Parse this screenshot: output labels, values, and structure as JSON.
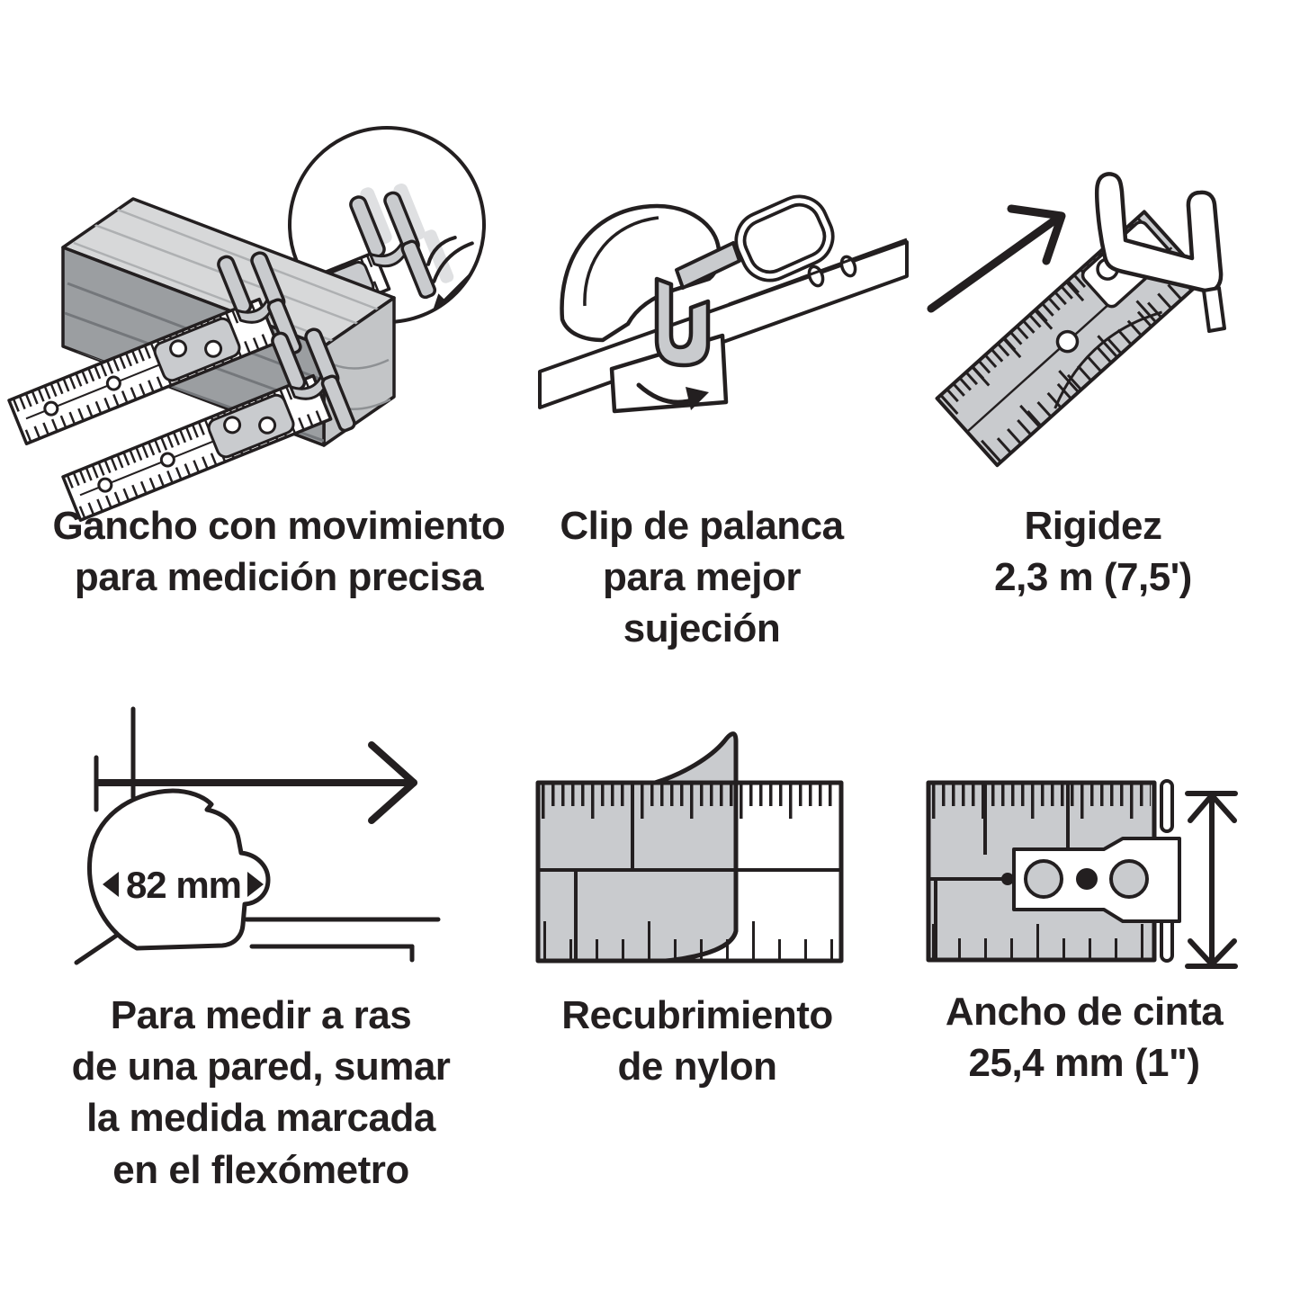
{
  "palette": {
    "ink": "#231f20",
    "tape_gray": "#c9cbce",
    "shadow_gray": "#dfe0e2",
    "wood_top": "#d7d8d9",
    "wood_front": "#9b9ea1",
    "wood_end": "#c3c5c7",
    "background": "#ffffff"
  },
  "panels": [
    {
      "id": "hook-movement",
      "caption": "Gancho con movimiento\npara medición precisa"
    },
    {
      "id": "lever-clip",
      "caption": "Clip de palanca\npara mejor\nsujeción"
    },
    {
      "id": "standout",
      "caption": "Rigidez\n2,3 m (7,5')"
    },
    {
      "id": "flush-measurement",
      "caption": "Para medir a ras\nde una pared, sumar\nla medida marcada\nen el flexómetro",
      "case_width_label": "82 mm"
    },
    {
      "id": "nylon-coating",
      "caption": "Recubrimiento\nde nylon"
    },
    {
      "id": "tape-width",
      "caption": "Ancho de cinta\n25,4 mm (1\")"
    }
  ]
}
